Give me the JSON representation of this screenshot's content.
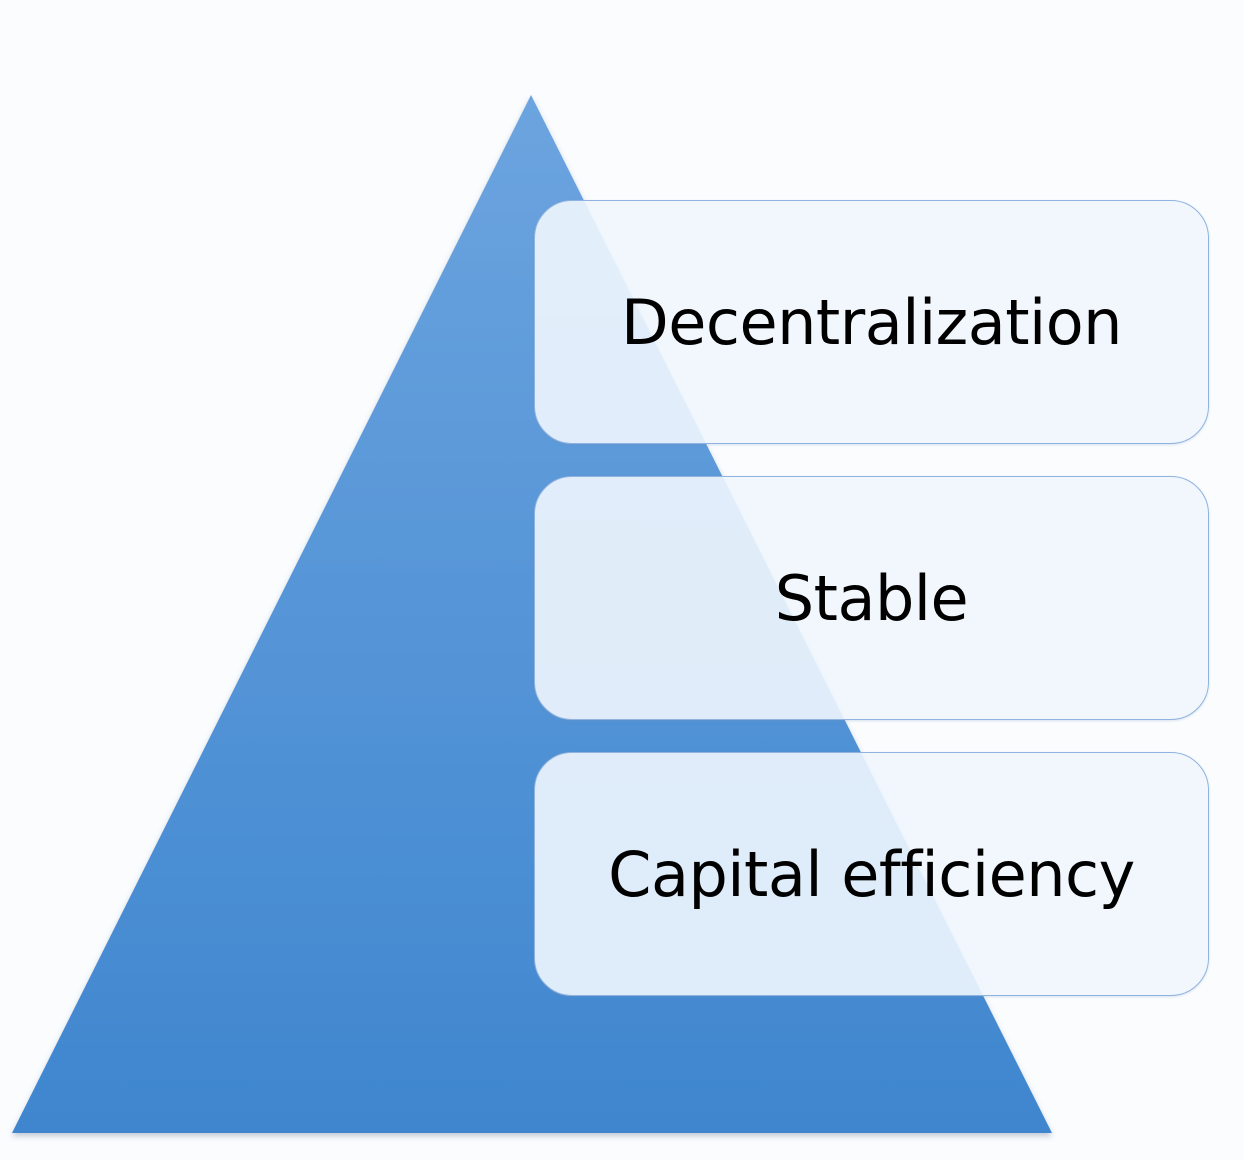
{
  "pyramid": {
    "colors": {
      "top": "#6ca4df",
      "bottom": "#3f86cf"
    }
  },
  "levels": [
    {
      "label": "Decentralization"
    },
    {
      "label": "Stable"
    },
    {
      "label": "Capital efficiency"
    }
  ]
}
